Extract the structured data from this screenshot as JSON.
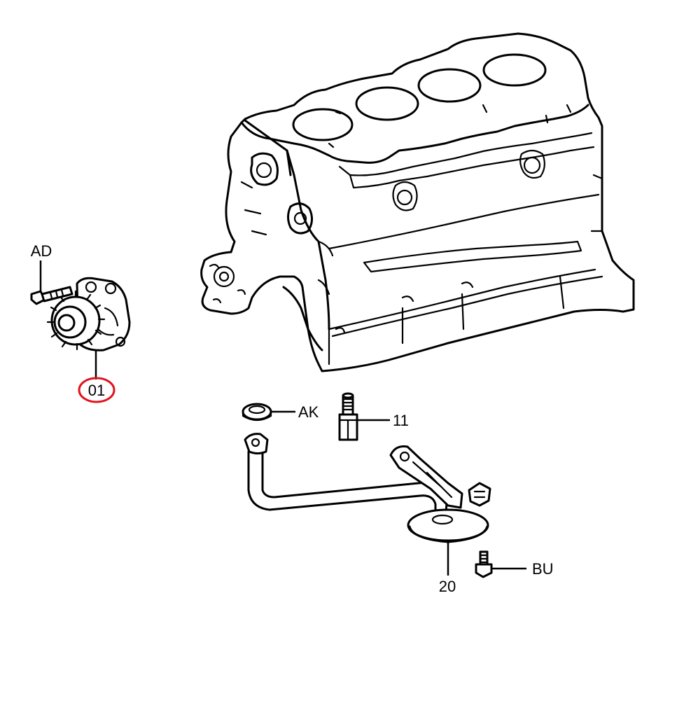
{
  "callouts": {
    "bolt_ad": "AD",
    "oil_pump": "01",
    "gasket_ak": "AK",
    "stud_11": "11",
    "strainer_20": "20",
    "bolt_bu": "BU"
  },
  "colors": {
    "line": "#000000",
    "highlight": "#e0141e",
    "background": "#ffffff"
  }
}
